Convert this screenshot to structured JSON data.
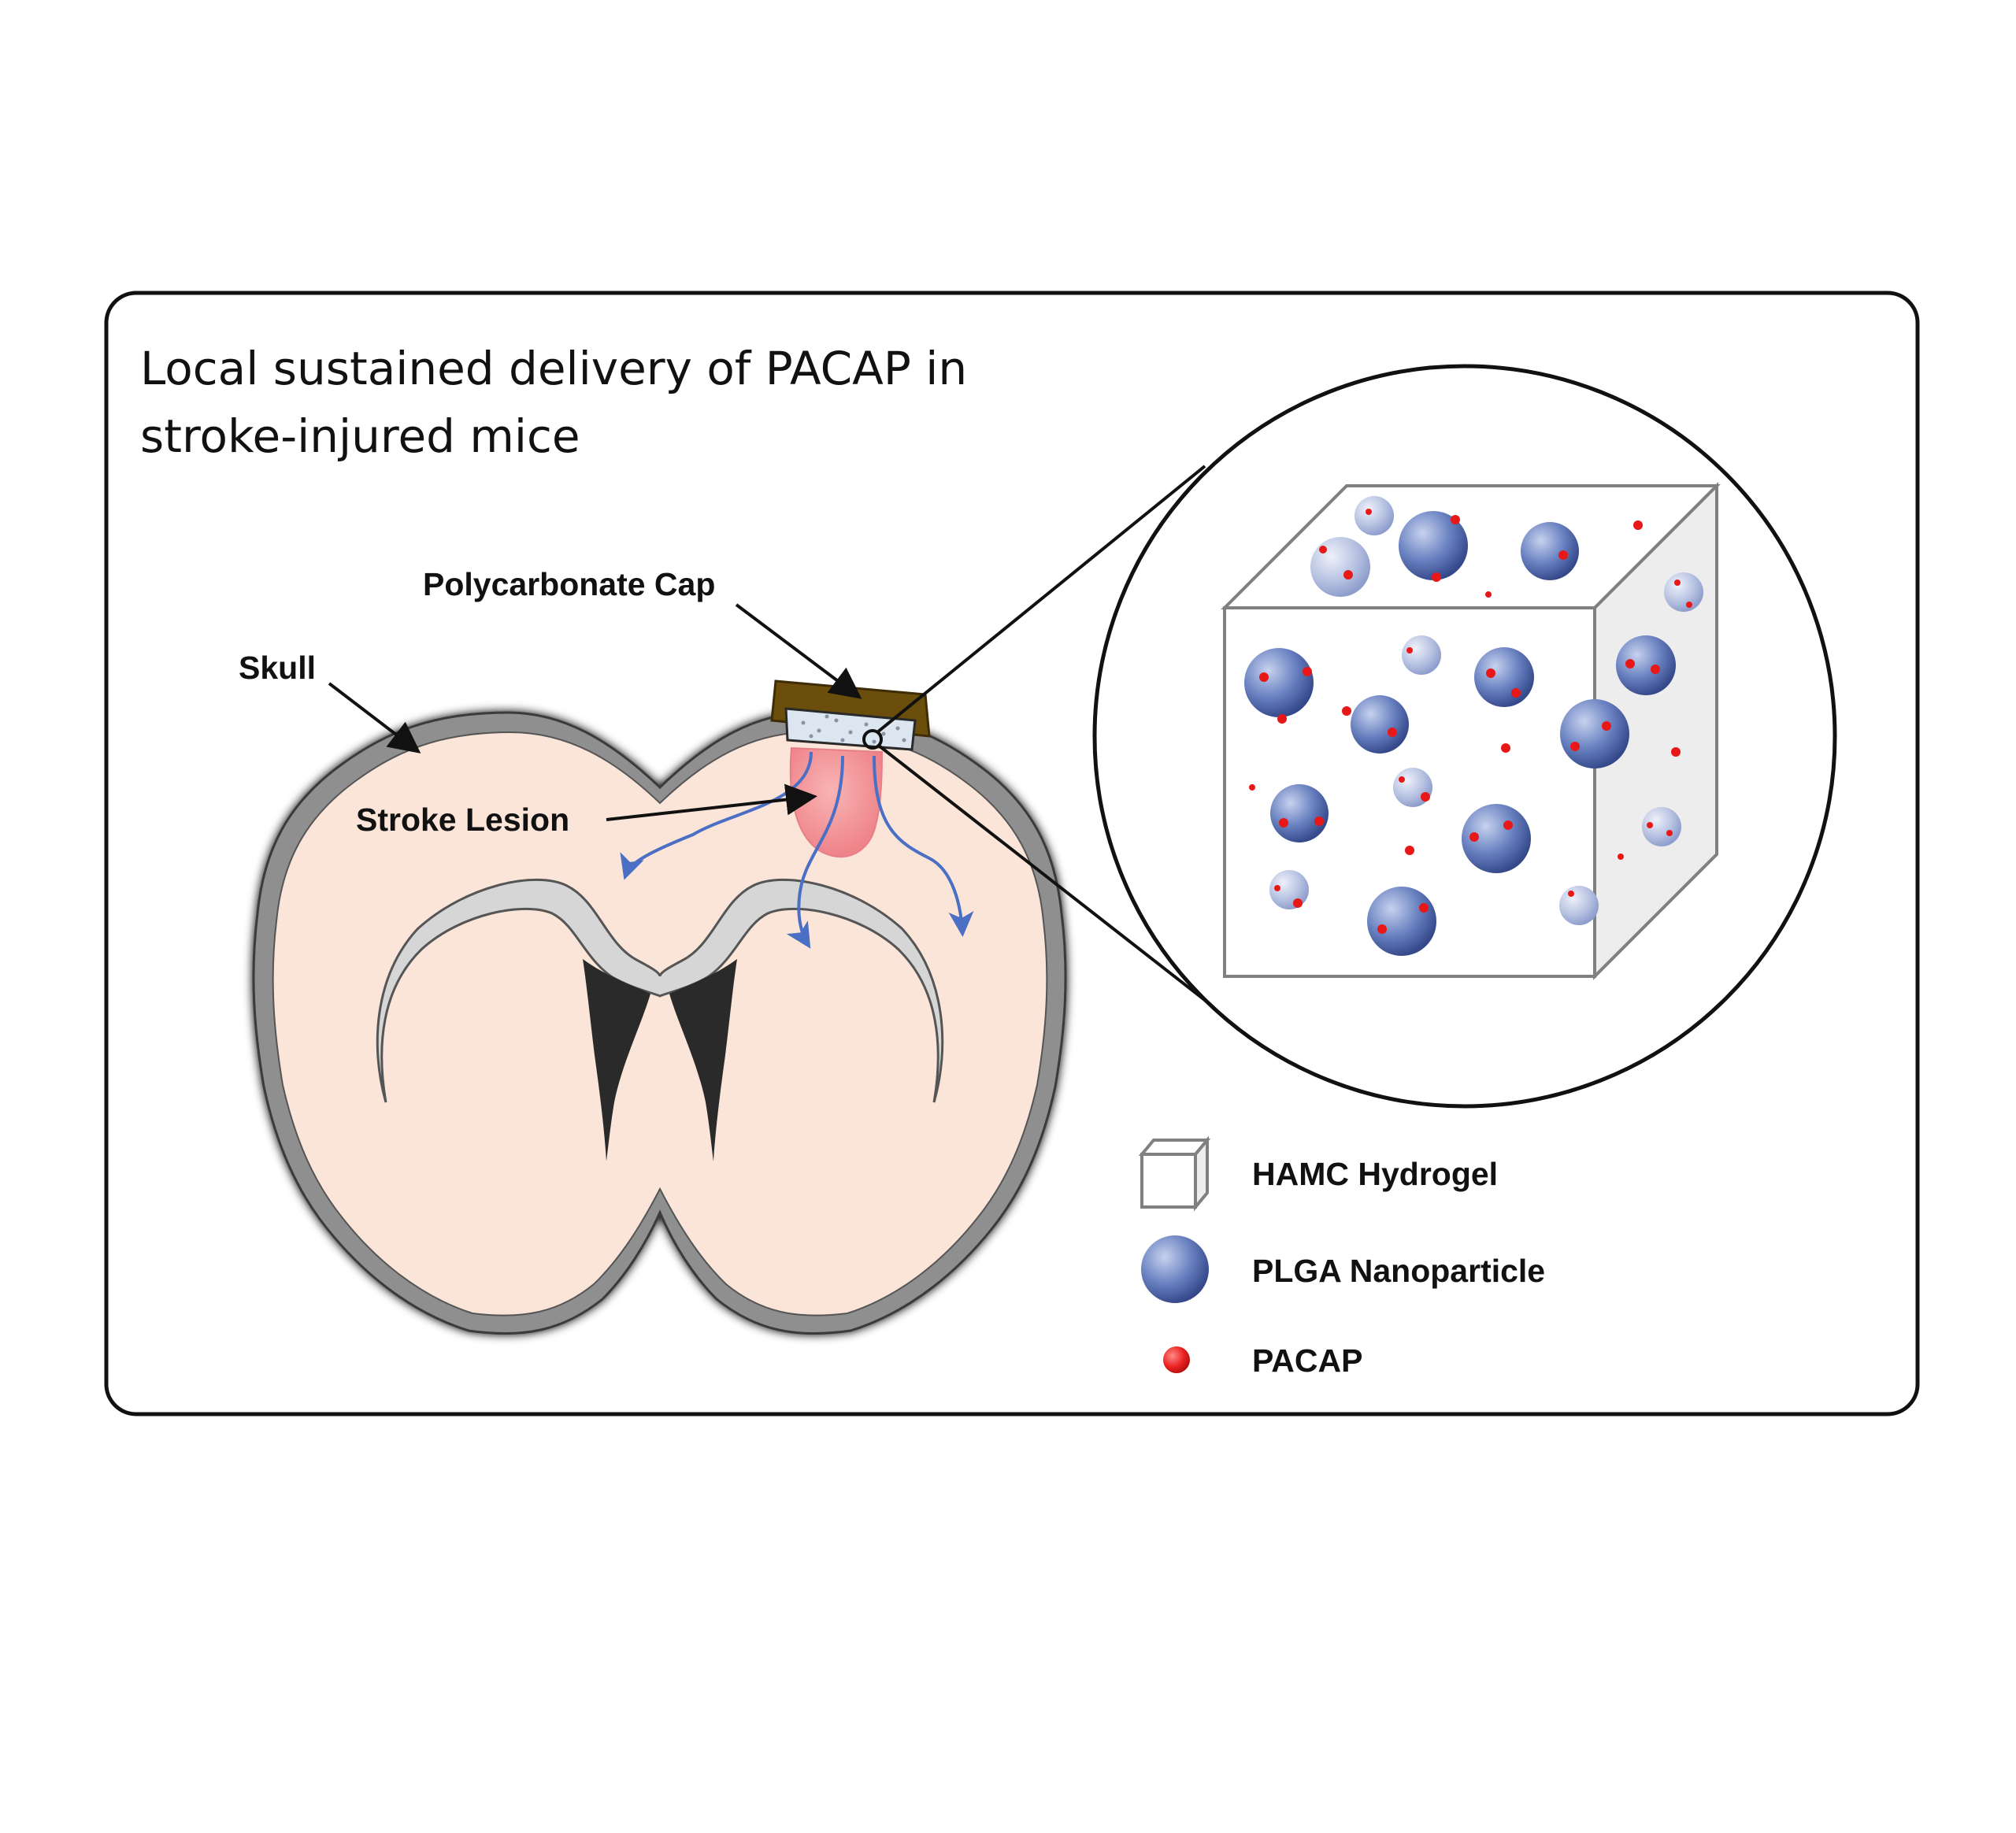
{
  "title": {
    "line1": "Local sustained delivery of PACAP in",
    "line2": "stroke-injured mice"
  },
  "labels": {
    "polycarbonate_cap": "Polycarbonate Cap",
    "skull": "Skull",
    "stroke_lesion": "Stroke Lesion"
  },
  "legend": [
    {
      "icon": "cube-icon",
      "label": "HAMC Hydrogel"
    },
    {
      "icon": "nanoparticle-icon",
      "label": "PLGA Nanoparticle"
    },
    {
      "icon": "pacap-dot-icon",
      "label": "PACAP"
    }
  ],
  "colors": {
    "frame": "#111111",
    "skull": "#8f8f8f",
    "brain": "#fbe5d8",
    "ventricle": "#2a2a2a",
    "corpus_callosum": "#d6d6d6",
    "cap": "#6b4e0c",
    "hydrogel": "#dce6f0",
    "lesion": "#f08c8c",
    "diffusion_arrow": "#4a6fc4",
    "nanoparticle": "#4a64a8",
    "nanoparticle_light": "#a9b6d9",
    "pacap": "#e81818"
  }
}
